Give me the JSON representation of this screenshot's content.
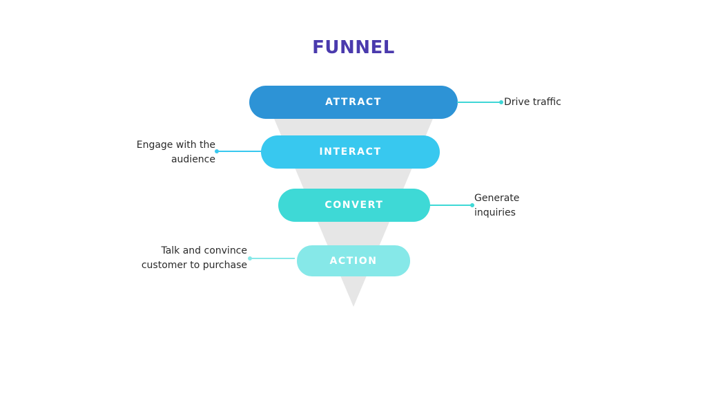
{
  "title": "FUNNEL",
  "colors": {
    "title": "#4a3aad",
    "funnel_shadow": "#e6e6e6",
    "stage_text": "#ffffff",
    "label_text": "#2a2a2a"
  },
  "stages": [
    {
      "label": "ATTRACT",
      "color": "#2d93d6",
      "description": "Drive traffic",
      "description_lines": [
        "Drive traffic"
      ],
      "description_side": "right",
      "connector_color": "#3fd6d6"
    },
    {
      "label": "INTERACT",
      "color": "#38c8ef",
      "description": "Engage with the audience",
      "description_lines": [
        "Engage with the",
        "audience"
      ],
      "description_side": "left",
      "connector_color": "#38c8ef"
    },
    {
      "label": "CONVERT",
      "color": "#3ed9d6",
      "description": "Generate inquiries",
      "description_lines": [
        "Generate",
        "inquiries"
      ],
      "description_side": "right",
      "connector_color": "#3ed9d6"
    },
    {
      "label": "ACTION",
      "color": "#86e8e8",
      "description": "Talk and convince customer to purchase",
      "description_lines": [
        "Talk and convince",
        "customer to purchase"
      ],
      "description_side": "left",
      "connector_color": "#86e8e8"
    }
  ]
}
